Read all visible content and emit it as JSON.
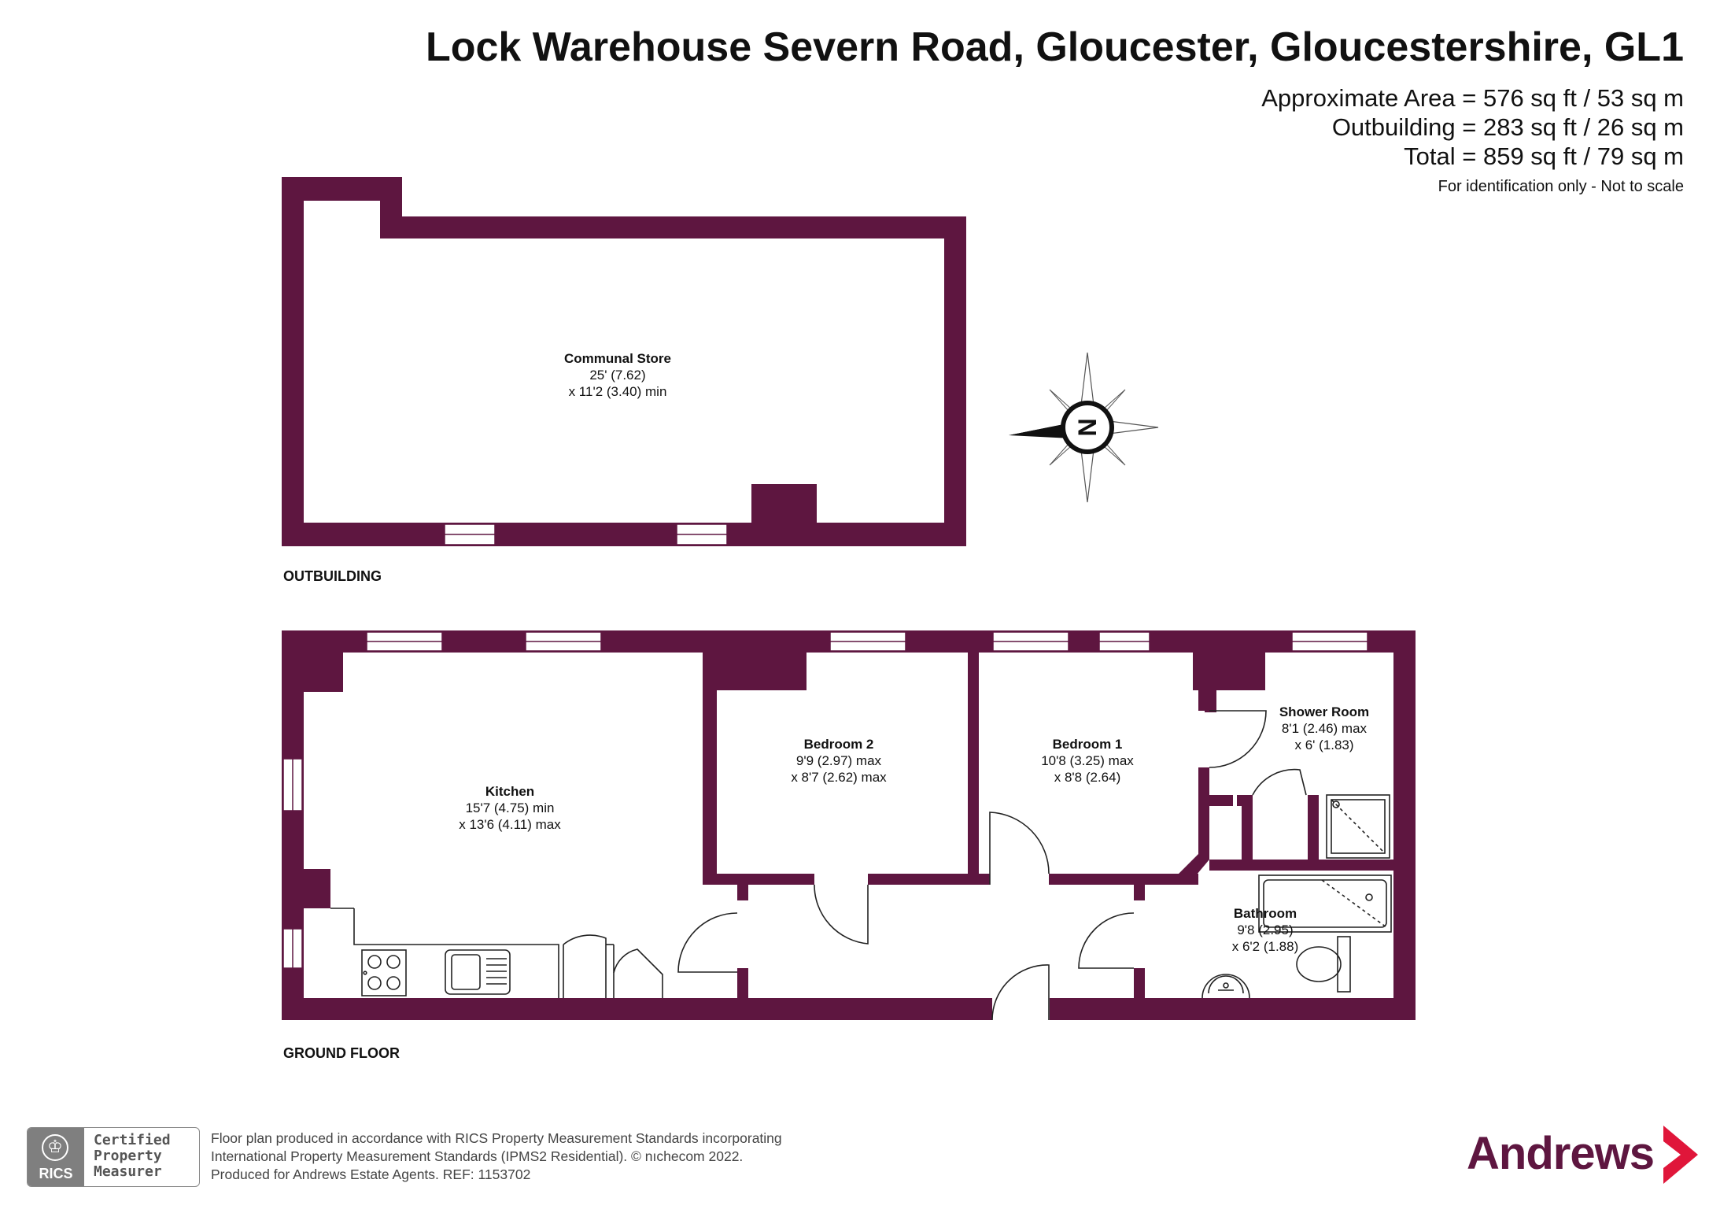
{
  "title": "Lock Warehouse Severn Road, Gloucester, Gloucestershire, GL1",
  "areas": {
    "approximate": "Approximate Area = 576 sq ft / 53 sq m",
    "outbuilding": "Outbuilding = 283 sq ft / 26 sq m",
    "total": "Total = 859 sq ft / 79 sq m"
  },
  "note": "For identification only - Not to scale",
  "colors": {
    "wall": "#5e1640",
    "brand": "#5e1640",
    "window": "#ffffff"
  },
  "compass": {
    "label": "N",
    "icon": "compass-rose-icon"
  },
  "outbuilding": {
    "label": "OUTBUILDING",
    "rooms": [
      {
        "name": "Communal Store",
        "dims": [
          "25' (7.62)",
          "x 11'2 (3.40) min"
        ]
      }
    ]
  },
  "ground_floor": {
    "label": "GROUND FLOOR",
    "rooms": [
      {
        "name": "Kitchen",
        "dims": [
          "15'7 (4.75) min",
          "x 13'6 (4.11) max"
        ]
      },
      {
        "name": "Bedroom 2",
        "dims": [
          "9'9 (2.97) max",
          "x 8'7 (2.62) max"
        ]
      },
      {
        "name": "Bedroom 1",
        "dims": [
          "10'8 (3.25) max",
          "x 8'8 (2.64)"
        ]
      },
      {
        "name": "Shower Room",
        "dims": [
          "8'1 (2.46) max",
          "x 6' (1.83)"
        ]
      },
      {
        "name": "Bathroom",
        "dims": [
          "9'8 (2.95)",
          "x 6'2 (1.88)"
        ]
      }
    ]
  },
  "footer": {
    "line1": "Floor plan produced in accordance with RICS Property Measurement Standards incorporating",
    "line2": "International Property Measurement Standards (IPMS2 Residential).   © nıchecom 2022.",
    "line3": "Produced for Andrews Estate Agents.   REF:   1153702"
  },
  "rics": {
    "label": "RICS",
    "badge": [
      "Certified",
      "Property",
      "Measurer"
    ]
  },
  "brand": {
    "name": "Andrews"
  }
}
